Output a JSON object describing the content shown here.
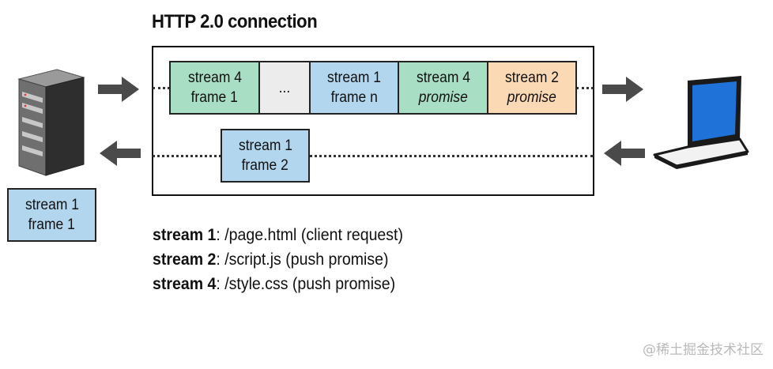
{
  "title": "HTTP 2.0 connection",
  "frames": {
    "out_1": [
      "stream 4",
      "frame 1"
    ],
    "out_2": [
      "..."
    ],
    "out_3": [
      "stream 1",
      "frame n"
    ],
    "out_4": [
      "stream 4",
      "promise"
    ],
    "out_5": [
      "stream 2",
      "promise"
    ],
    "in_1": [
      "stream 1",
      "frame 2"
    ],
    "received": [
      "stream 1",
      "frame 1"
    ]
  },
  "legend": [
    {
      "label": "stream 1",
      "text": ": /page.html  (client request)"
    },
    {
      "label": "stream 2",
      "text": ": /script.js  (push promise)"
    },
    {
      "label": "stream 4",
      "text": ": /style.css  (push promise)"
    }
  ],
  "watermark": "@稀土掘金技术社区",
  "colors": {
    "green": "#a8dec4",
    "gray": "#ececec",
    "blue": "#b2d6ee",
    "orange": "#fbd9b5",
    "arrow": "#4a4a4a"
  },
  "icons": [
    "server-icon",
    "laptop-icon"
  ]
}
